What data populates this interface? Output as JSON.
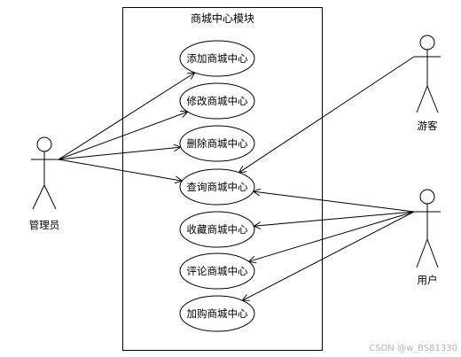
{
  "system": {
    "title": "商城中心模块"
  },
  "use_cases": [
    {
      "id": "uc1",
      "label": "添加商城中心"
    },
    {
      "id": "uc2",
      "label": "修改商城中心"
    },
    {
      "id": "uc3",
      "label": "删除商城中心"
    },
    {
      "id": "uc4",
      "label": "查询商城中心"
    },
    {
      "id": "uc5",
      "label": "收藏商城中心"
    },
    {
      "id": "uc6",
      "label": "评论商城中心"
    },
    {
      "id": "uc7",
      "label": "加购商城中心"
    }
  ],
  "actors": [
    {
      "id": "admin",
      "label": "管理员"
    },
    {
      "id": "guest",
      "label": "游客"
    },
    {
      "id": "user",
      "label": "用户"
    }
  ],
  "associations": [
    {
      "from": "admin",
      "to": "uc1"
    },
    {
      "from": "admin",
      "to": "uc2"
    },
    {
      "from": "admin",
      "to": "uc3"
    },
    {
      "from": "admin",
      "to": "uc4"
    },
    {
      "from": "guest",
      "to": "uc4"
    },
    {
      "from": "user",
      "to": "uc4"
    },
    {
      "from": "user",
      "to": "uc5"
    },
    {
      "from": "user",
      "to": "uc6"
    },
    {
      "from": "user",
      "to": "uc7"
    }
  ],
  "watermark": "CSDN @w_BS81330",
  "colors": {
    "line": "#000000",
    "background": "#ffffff",
    "watermark": "#b3b3b3"
  }
}
